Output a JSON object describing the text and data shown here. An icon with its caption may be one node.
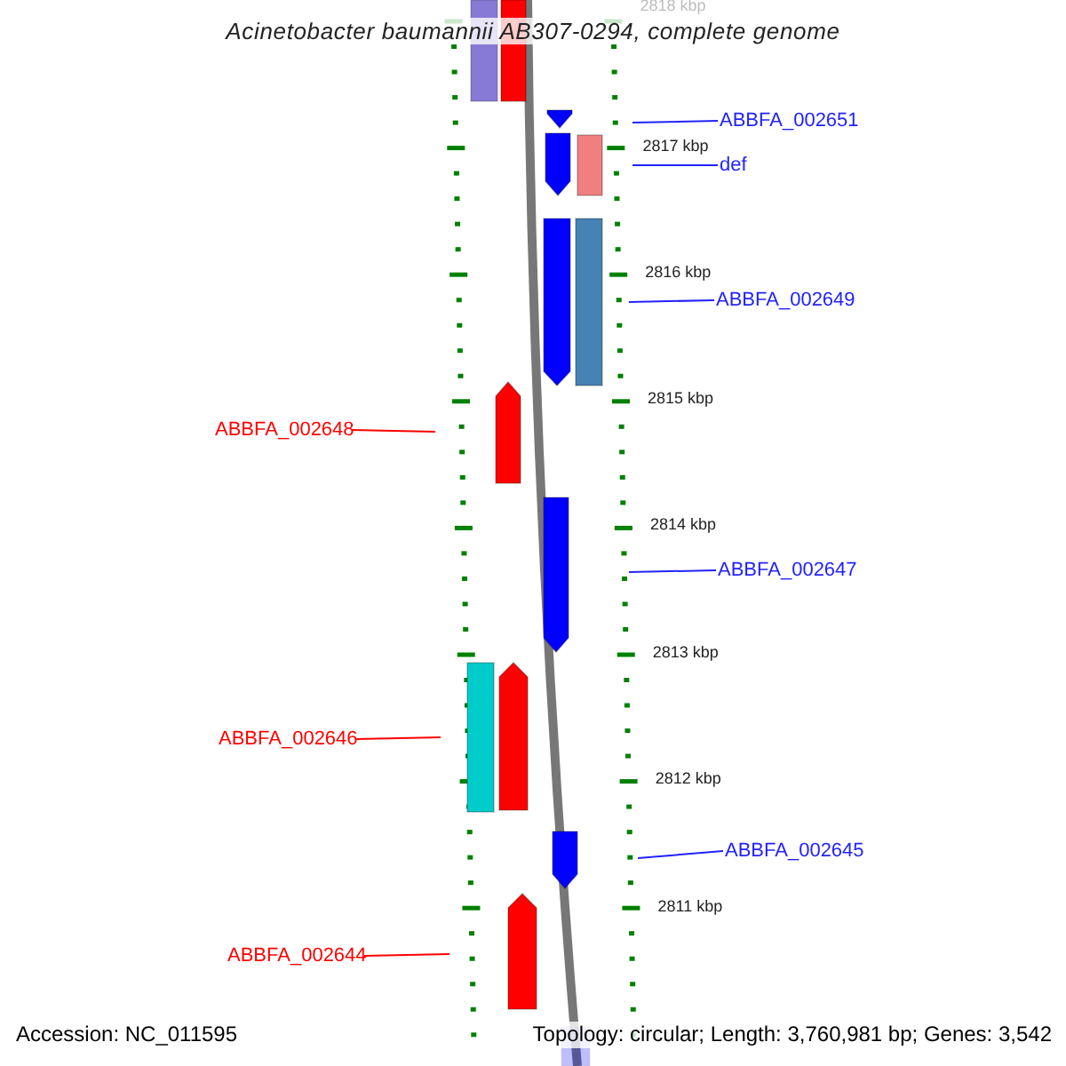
{
  "diagram": {
    "title": "Acinetobacter baumannii AB307-0294, complete genome",
    "nodes": [
      {
        "text": [
          "ABBFA_002651"
        ]
      },
      {
        "text": [
          "def"
        ]
      },
      {
        "text": [
          "ABBFA_002649"
        ]
      },
      {
        "text": [
          "ABBFA_002648"
        ]
      },
      {
        "text": [
          "ABBFA_002647"
        ]
      },
      {
        "text": [
          "ABBFA_002646"
        ]
      },
      {
        "text": [
          "ABBFA_002645"
        ]
      },
      {
        "text": [
          "ABBFA_002644"
        ]
      }
    ],
    "edges": [
      {
        "from": 0,
        "to": null,
        "arrow": "none"
      },
      {
        "from": 1,
        "to": null,
        "arrow": "none"
      },
      {
        "from": 2,
        "to": null,
        "arrow": "none"
      },
      {
        "from": 3,
        "to": null,
        "arrow": "none",
        "color": "#ff0000"
      },
      {
        "from": 4,
        "to": null,
        "arrow": "none"
      },
      {
        "from": 5,
        "to": null,
        "arrow": "none",
        "color": "#ff0000"
      },
      {
        "from": 6,
        "to": null,
        "arrow": "none"
      },
      {
        "from": 7,
        "to": null,
        "arrow": "none",
        "color": "#ff0000"
      }
    ],
    "labels": [
      "2818 kbp",
      "2817 kbp",
      "2816 kbp",
      "2815 kbp",
      "2814 kbp",
      "2813 kbp",
      "2812 kbp",
      "2811 kbp",
      "Accession: NC_011595",
      "Topology: circular; Length: 3,760,981 bp; Genes: 3,542"
    ]
  }
}
